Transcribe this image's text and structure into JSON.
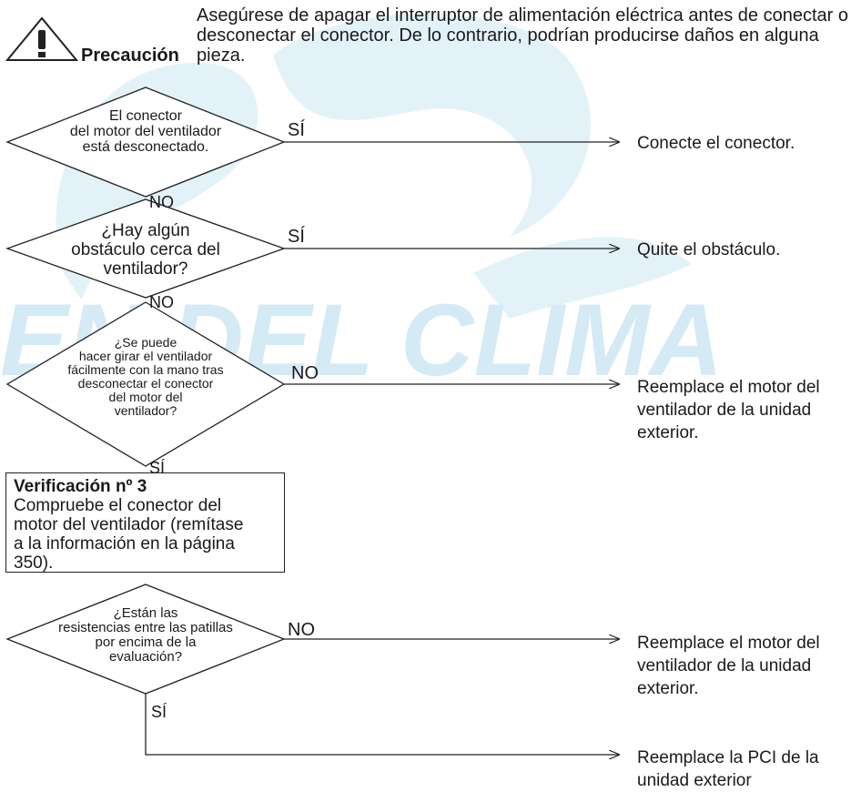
{
  "caution": {
    "label": "Precaución",
    "text": "Asegúrese de apagar el interruptor de alimentación eléctrica antes de conectar o desconectar el conector. De lo contrario, podrían producirse daños en alguna pieza.",
    "icon": "warning-triangle-icon"
  },
  "watermark": {
    "text": "EN DEL CLIMA",
    "color": "#bfe0f0"
  },
  "decisions": [
    {
      "lines": [
        "El conector",
        "del motor del ventilador",
        "está desconectado."
      ],
      "yes_label": "SÍ",
      "yes_action": "Conecte el conector.",
      "next_label": "NO"
    },
    {
      "lines": [
        "¿Hay algún",
        "obstáculo cerca del",
        "ventilador?"
      ],
      "yes_label": "SÍ",
      "yes_action": "Quite el obstáculo.",
      "next_label": "NO"
    },
    {
      "lines": [
        "¿Se puede",
        "hacer girar el ventilador",
        "fácilmente con la mano tras",
        "desconectar el conector",
        "del motor del",
        "ventilador?"
      ],
      "no_label": "NO",
      "no_action": [
        "Reemplace el motor del",
        "ventilador de la unidad",
        "exterior."
      ],
      "next_label": "SÍ"
    },
    {
      "lines": [
        "¿Están las",
        "resistencias entre las patillas",
        "por encima de la",
        "evaluación?"
      ],
      "no_label": "NO",
      "no_action": [
        "Reemplace el motor del",
        "ventilador de la unidad",
        "exterior."
      ],
      "next_label": "SÍ"
    }
  ],
  "check_box": {
    "title": "Verificación nº 3",
    "lines": [
      "Compruebe el conector del",
      "motor del ventilador (remítase",
      "a la información en la página 350)."
    ]
  },
  "final_action": [
    "Reemplace la PCI de la",
    "unidad exterior"
  ]
}
